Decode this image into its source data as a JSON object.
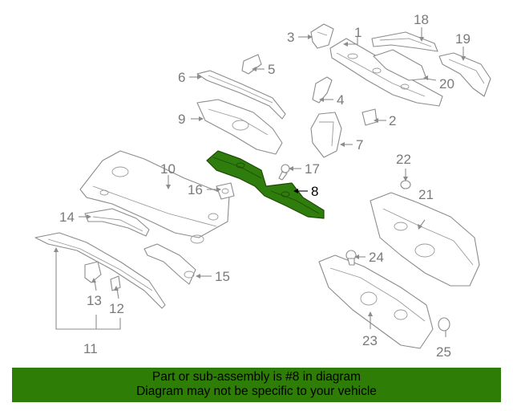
{
  "callouts": {
    "c1": "1",
    "c2": "2",
    "c3": "3",
    "c4": "4",
    "c5": "5",
    "c6": "6",
    "c7": "7",
    "c8": "8",
    "c9": "9",
    "c10": "10",
    "c11": "11",
    "c12": "12",
    "c13": "13",
    "c14": "14",
    "c15": "15",
    "c16": "16",
    "c17": "17",
    "c18": "18",
    "c19": "19",
    "c20": "20",
    "c21": "21",
    "c22": "22",
    "c23": "23",
    "c24": "24",
    "c25": "25"
  },
  "highlighted_part": "8",
  "colors": {
    "highlight": "#2f7d0c",
    "banner_background": "#2e7d06",
    "line": "#8c8c8c"
  },
  "banner": {
    "line1": "Part or sub-assembly is #8 in diagram",
    "line2": "Diagram may not be specific to your vehicle"
  }
}
